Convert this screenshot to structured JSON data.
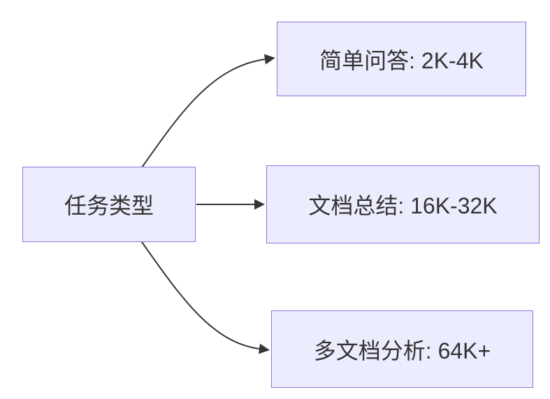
{
  "diagram": {
    "type": "flowchart-left-to-right",
    "root": {
      "label": "任务类型"
    },
    "children": [
      {
        "label": "简单问答: 2K-4K"
      },
      {
        "label": "文档总结: 16K-32K"
      },
      {
        "label": "多文档分析: 64K+"
      }
    ],
    "edges": [
      {
        "from": "任务类型",
        "to": "简单问答: 2K-4K",
        "arrow": "filled-triangle"
      },
      {
        "from": "任务类型",
        "to": "文档总结: 16K-32K",
        "arrow": "filled-triangle"
      },
      {
        "from": "任务类型",
        "to": "多文档分析: 64K+",
        "arrow": "filled-triangle"
      }
    ],
    "colors": {
      "node_fill": "#ECECFF",
      "node_border": "#9370DB",
      "edge": "#333333",
      "text": "#333333"
    }
  }
}
